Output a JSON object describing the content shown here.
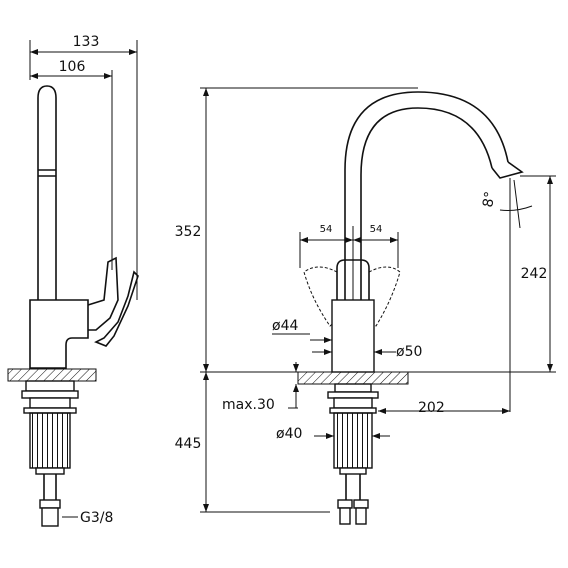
{
  "dimensions": {
    "overall_depth": "133",
    "handle_depth": "106",
    "total_height": "352",
    "below_deck": "445",
    "spout_outlet_height": "242",
    "handle_left": "54",
    "handle_right": "54",
    "body_diameter_lower": "ø44",
    "body_diameter": "ø50",
    "deck_thickness": "max.30",
    "spout_reach": "202",
    "hole_diameter": "ø40",
    "angle": "8°",
    "thread": "G3/8"
  },
  "colors": {
    "line": "#111111",
    "background": "#ffffff"
  }
}
